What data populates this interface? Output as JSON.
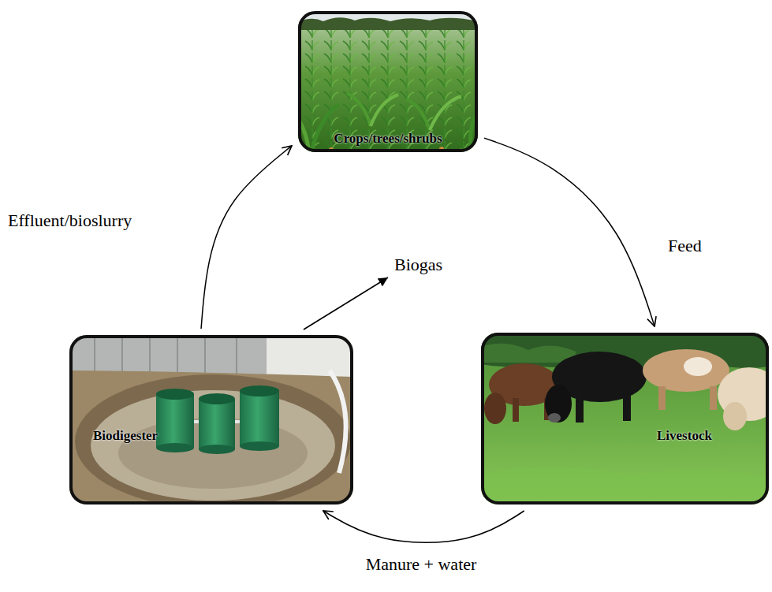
{
  "diagram": {
    "nodes": [
      {
        "text": [
          "Crops/trees/shrubs"
        ]
      },
      {
        "text": [
          "Biodigester"
        ]
      },
      {
        "text": [
          "Livestock"
        ]
      }
    ],
    "edges": [
      {
        "from": 0,
        "to": 2,
        "label": "Feed",
        "arrow": "to"
      },
      {
        "from": 2,
        "to": 1,
        "label": "Manure + water",
        "arrow": "to"
      },
      {
        "from": 1,
        "to": 0,
        "label": "Effluent/bioslurry",
        "arrow": "to"
      }
    ],
    "labels": [
      "Biogas"
    ]
  }
}
